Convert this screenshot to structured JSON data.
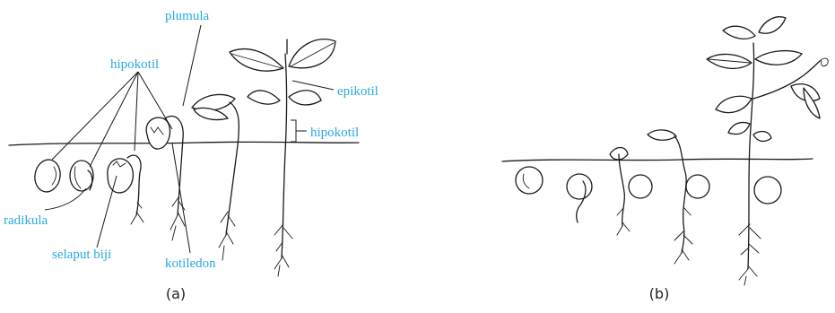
{
  "figure_a": {
    "caption": "(a)",
    "labels": {
      "plumula": "plumula",
      "hipokotil_top": "hipokotil",
      "epikotil": "epikotil",
      "hipokotil_right": "hipokotil",
      "radikula": "radikula",
      "selaput_biji": "selaput biji",
      "kotiledon": "kotiledon"
    }
  },
  "figure_b": {
    "caption": "(b)"
  },
  "colors": {
    "label": "#29a9e0",
    "ink": "#1a1a1a"
  }
}
